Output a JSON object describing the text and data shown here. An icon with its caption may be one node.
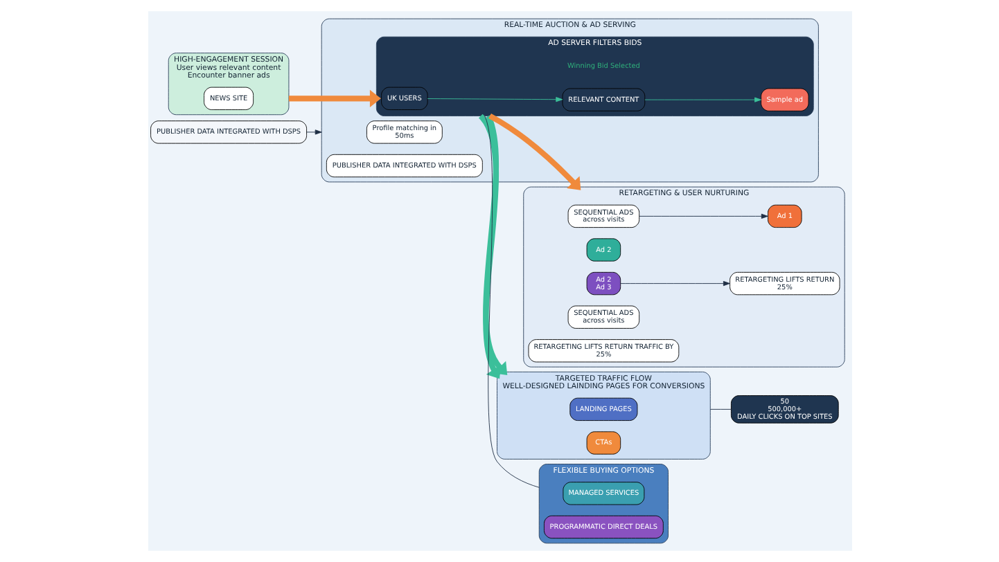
{
  "diagram": {
    "nodes": [
      {
        "text": [
          "HIGH-ENGAGEMENT SESSION",
          "User views relevant content",
          "Encounter banner ads"
        ]
      },
      {
        "text": [
          "NEWS SITE"
        ],
        "in": 0
      },
      {
        "text": [
          "REAL-TIME AUCTION & AD SERVING"
        ]
      },
      {
        "text": [
          "Profile matching in",
          "50ms"
        ],
        "in": 2
      },
      {
        "text": [
          "PUBLISHER DATA INTEGRATED WITH DSPS"
        ],
        "in": 2
      },
      {
        "text": [
          "AD SERVER FILTERS BIDS"
        ],
        "in": 2
      },
      {
        "text": [
          "UK USERS"
        ],
        "in": 5
      },
      {
        "text": [
          "RELEVANT CONTENT"
        ],
        "in": 5,
        "beside": [
          "Winning Bid Selected"
        ]
      },
      {
        "text": [
          "Sample ad"
        ],
        "in": 5
      },
      {
        "text": [
          "PUBLISHER DATA INTEGRATED WITH DSPS"
        ]
      },
      {
        "text": [
          "TARGETED TRAFFIC FLOW",
          "WELL-DESIGNED LAINDING PAGES FOR CONVERSIONS"
        ]
      },
      {
        "text": [
          "LANDING PAGES"
        ],
        "in": 10
      },
      {
        "text": [
          "CTAs"
        ],
        "in": 10
      },
      {
        "text": [
          "50",
          "500,000+",
          "DAILY CLICKS ON TOP SITES"
        ]
      },
      {
        "text": [
          "RETARGETING & USER NURTURING"
        ]
      },
      {
        "text": [
          "SEQUENTIAL ADS",
          "across visits"
        ],
        "in": 14
      },
      {
        "text": [
          "Ad 1"
        ],
        "in": 14
      },
      {
        "text": [
          "Ad 2"
        ],
        "in": 14
      },
      {
        "text": [
          "Ad 2",
          "Ad 3"
        ],
        "in": 14
      },
      {
        "text": [
          "SEQUENTIAL ADS",
          "across visits"
        ],
        "in": 14
      },
      {
        "text": [
          "RETARGETING LIFTS RETURN",
          "25%"
        ],
        "in": 14
      },
      {
        "text": [
          "RETARGETING LIFTS RETURN TRAFFIC BY",
          "25%"
        ],
        "in": 14
      },
      {
        "text": [
          "FLEXIBLE BUYING OPTIONS"
        ]
      },
      {
        "text": [
          "MANAGED SERVICES"
        ],
        "in": 22
      },
      {
        "text": [
          "PROGRAMMATIC DIRECT DEALS"
        ],
        "in": 22
      }
    ],
    "edges": [
      {
        "from": 0,
        "to": 5,
        "arrow": "to",
        "style": "thick",
        "color": "#f08a3c"
      },
      {
        "from": 9,
        "to": 2,
        "arrow": "to"
      },
      {
        "from": 6,
        "to": 7,
        "arrow": "to",
        "color": "#3bbf9a"
      },
      {
        "from": 7,
        "to": 8,
        "arrow": "to",
        "color": "#3bbf9a"
      },
      {
        "from": 5,
        "to": 10,
        "arrow": "to",
        "style": "thick",
        "color": "#3bbf9a"
      },
      {
        "from": 5,
        "to": 10,
        "arrow": "to",
        "style": "thick",
        "color": "#3bbf9a"
      },
      {
        "from": 10,
        "to": 13,
        "arrow": "none"
      },
      {
        "from": 5,
        "to": 14,
        "arrow": "to",
        "style": "thick",
        "color": "#f08a3c"
      },
      {
        "from": 15,
        "to": 16,
        "arrow": "to"
      },
      {
        "from": 18,
        "to": 20,
        "arrow": "to"
      },
      {
        "from": 5,
        "to": 22,
        "arrow": "none"
      }
    ]
  }
}
